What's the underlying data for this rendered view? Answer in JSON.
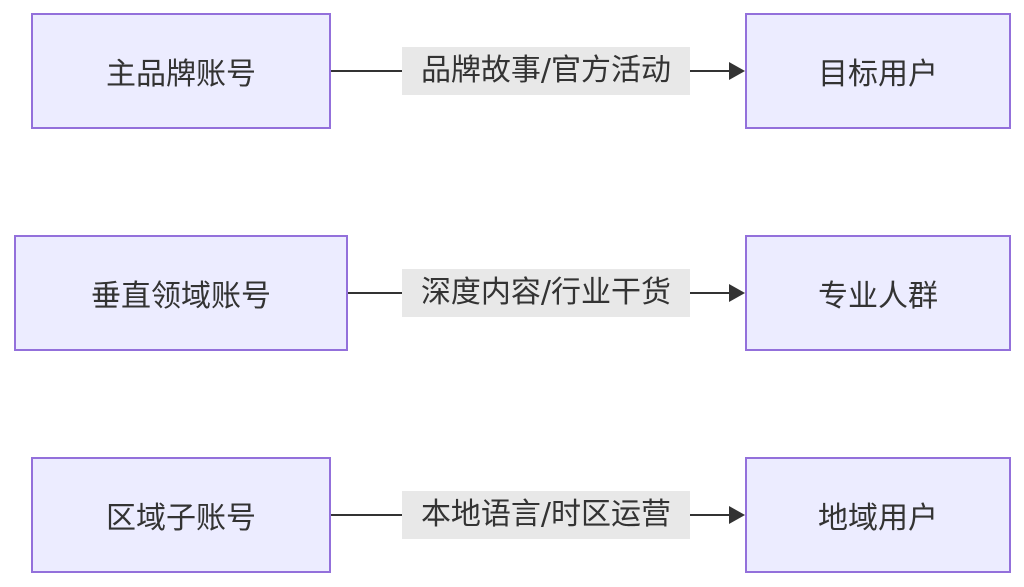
{
  "rows": [
    {
      "source": "主品牌账号",
      "label": "品牌故事/官方活动",
      "target": "目标用户"
    },
    {
      "source": "垂直领域账号",
      "label": "深度内容/行业干货",
      "target": "专业人群"
    },
    {
      "source": "区域子账号",
      "label": "本地语言/时区运营",
      "target": "地域用户"
    }
  ],
  "colors": {
    "node_fill": "#ECECFF",
    "node_border": "#9370DB",
    "edge": "#333333",
    "label_bg": "#e8e8e8",
    "text": "#333333"
  }
}
